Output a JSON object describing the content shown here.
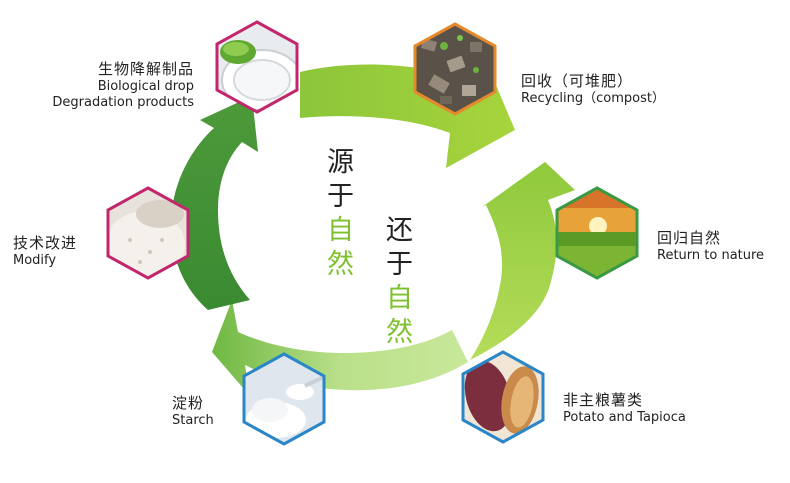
{
  "center": {
    "left_column": [
      "源",
      "于",
      "自",
      "然"
    ],
    "right_column": [
      "还",
      "于",
      "自",
      "然"
    ]
  },
  "nodes": {
    "bio": {
      "cn": "生物降解制品",
      "en1": "Biological drop",
      "en2": "Degradation products"
    },
    "recycle": {
      "cn": "回收（可堆肥）",
      "en": "Recycling（compost）"
    },
    "nature": {
      "cn": "回归自然",
      "en": "Return to nature"
    },
    "potato": {
      "cn": "非主粮薯类",
      "en": "Potato and Tapioca"
    },
    "starch": {
      "cn": "淀粉",
      "en": "Starch"
    },
    "modify": {
      "cn": "技术改进",
      "en": "Modify"
    }
  },
  "colors": {
    "arrow_light": "#9dd13a",
    "arrow_dark": "#3f8f35",
    "accent_green": "#7dc22d",
    "hex_orange": "#e58a2c",
    "hex_magenta": "#c2266c",
    "hex_green": "#3a9a44",
    "hex_blue": "#2b86c8"
  }
}
